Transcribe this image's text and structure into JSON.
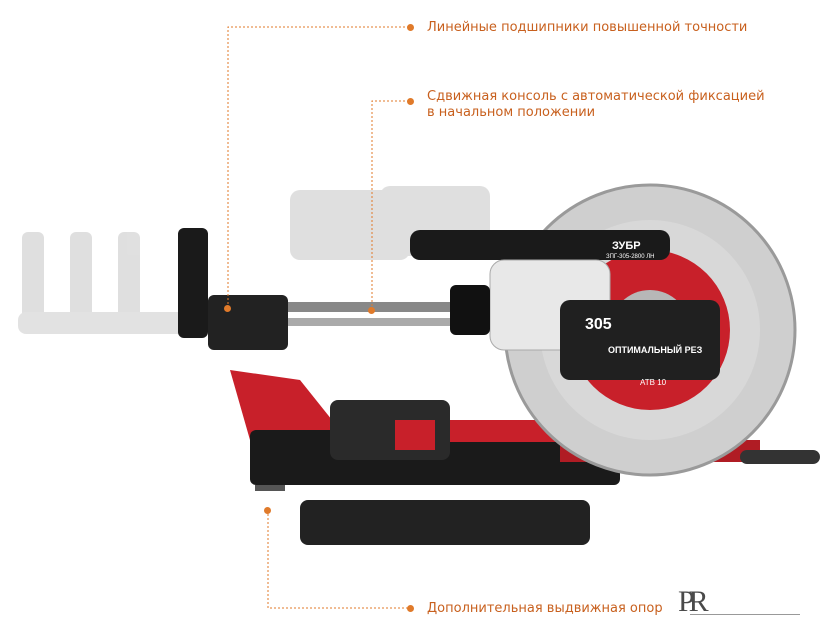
{
  "callouts": [
    {
      "text": "Линейные подшипники повышенной точности"
    },
    {
      "text": "Сдвижная консоль с автоматической фиксацией"
    },
    {
      "text": "в начальном положении"
    },
    {
      "text": "Дополнительная выдвижная опор"
    }
  ],
  "saw_labels": {
    "brand": "ЗУБР",
    "model": "ЗПГ-305-2800 ЛН",
    "blade_size": "305",
    "blade_caption": "ОПТИМАЛЬНЫЙ РЕЗ",
    "blade_teeth": "ATB 10"
  },
  "watermark_text": "PR",
  "colors": {
    "accent": "#c8601e",
    "dot": "#e07a2a",
    "brand_red": "#c8202a"
  }
}
